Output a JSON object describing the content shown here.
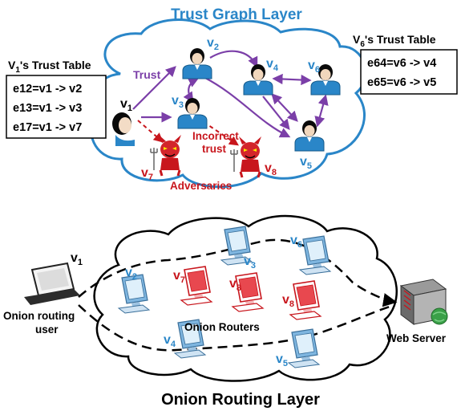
{
  "trust_layer": {
    "title": "Trust Graph Layer",
    "v1_table": {
      "title": "V",
      "title_sub": "1",
      "title_rest": "'s Trust Table",
      "rows": [
        "e12=v1 -> v2",
        "e13=v1 -> v3",
        "e17=v1 -> v7"
      ]
    },
    "v6_table": {
      "title": "V",
      "title_sub": "6",
      "title_rest": "'s Trust Table",
      "rows": [
        "e64=v6 -> v4",
        "e65=v6 -> v5"
      ]
    },
    "edge_labels": {
      "trust": "Trust",
      "incorrect_trust_1": "Incorrect",
      "incorrect_trust_2": "trust",
      "adversaries": "Adversaries"
    },
    "nodes": {
      "v1": "v1",
      "v2": "v2",
      "v3": "v3",
      "v4": "v4",
      "v5": "v5",
      "v6": "v6",
      "v7": "v7",
      "v8": "v8"
    }
  },
  "onion_layer": {
    "title": "Onion Routing Layer",
    "user_label_1": "Onion routing",
    "user_label_2": "user",
    "user_node": "v1",
    "routers_label": "Onion Routers",
    "web_server_label": "Web Server",
    "nodes": {
      "v2": "v2",
      "v3": "v3",
      "v4": "v4",
      "v5": "v5",
      "v6": "v6",
      "v7": "v7",
      "v8a": "v8",
      "v8b": "v8"
    }
  },
  "colors": {
    "cloud_top_stroke": "#2a86c8",
    "cloud_bottom_stroke": "#000000",
    "trust_edge": "#7b3fa8",
    "incorrect_edge": "#c8161d",
    "honest": "#2a86c8",
    "adversary": "#c8161d"
  }
}
